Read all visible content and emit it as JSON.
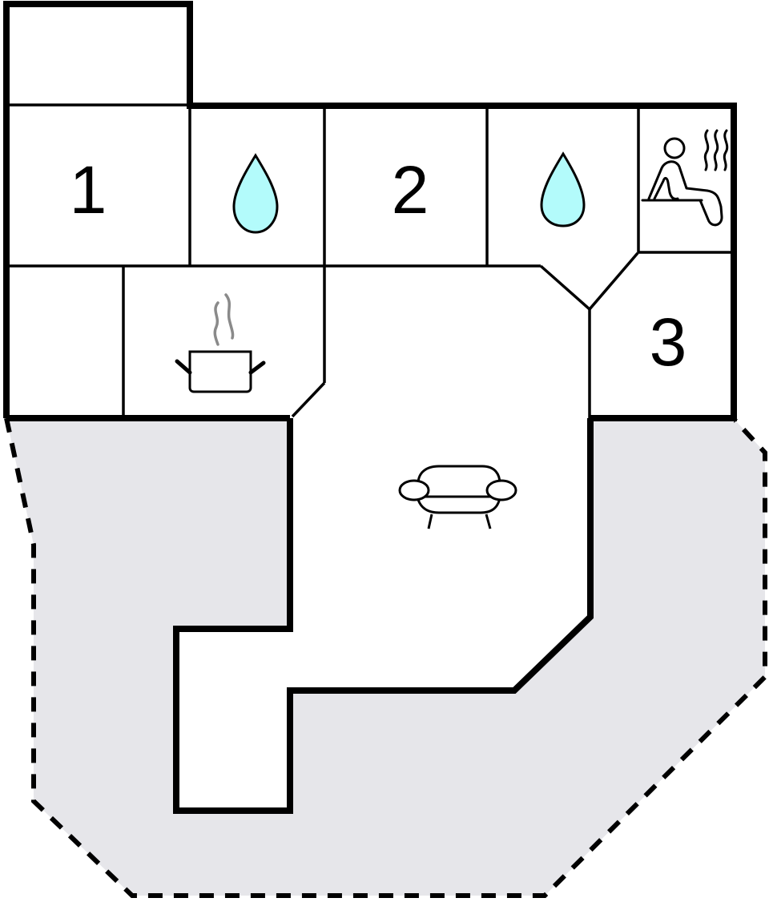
{
  "diagram": {
    "type": "floor-plan",
    "colors": {
      "wall": "#000000",
      "floor": "#ffffff",
      "terrace": "#e6e6ea",
      "water": "#b3fbfb",
      "steam": "#8a8a8a"
    },
    "rooms": [
      {
        "id": "bedroom-1",
        "label": "1",
        "type": "bedroom"
      },
      {
        "id": "bathroom-1",
        "label": "",
        "type": "bathroom",
        "icon": "water-drop-icon"
      },
      {
        "id": "bedroom-2",
        "label": "2",
        "type": "bedroom"
      },
      {
        "id": "bathroom-2",
        "label": "",
        "type": "bathroom",
        "icon": "water-drop-icon"
      },
      {
        "id": "sauna",
        "label": "",
        "type": "sauna",
        "icon": "sauna-icon"
      },
      {
        "id": "bedroom-3",
        "label": "3",
        "type": "bedroom"
      },
      {
        "id": "kitchen",
        "label": "",
        "type": "kitchen",
        "icon": "cooking-pot-icon"
      },
      {
        "id": "living-room",
        "label": "",
        "type": "living-room",
        "icon": "sofa-icon"
      },
      {
        "id": "storage-top-left",
        "label": "",
        "type": "room"
      },
      {
        "id": "utility-left",
        "label": "",
        "type": "room"
      }
    ],
    "terrace": {
      "type": "terrace",
      "border": "dashed"
    }
  }
}
